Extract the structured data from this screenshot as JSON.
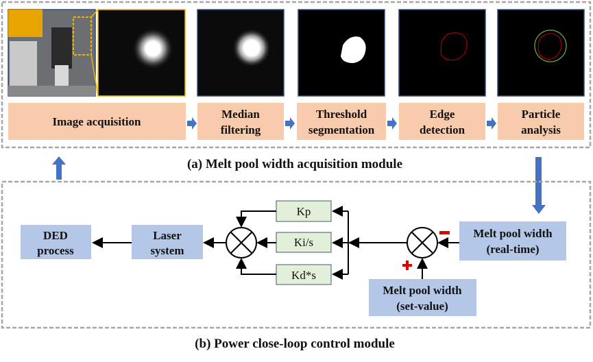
{
  "module_a": {
    "caption": "(a) Melt pool width acquisition module",
    "steps": [
      {
        "line1": "Image acquisition",
        "line2": ""
      },
      {
        "line1": "Median",
        "line2": "filtering"
      },
      {
        "line1": "Threshold",
        "line2": "segmentation"
      },
      {
        "line1": "Edge",
        "line2": "detection"
      },
      {
        "line1": "Particle",
        "line2": "analysis"
      }
    ]
  },
  "module_b": {
    "caption": "(b) Power close-loop control module",
    "ded": {
      "line1": "DED",
      "line2": "process"
    },
    "laser": {
      "line1": "Laser",
      "line2": "system"
    },
    "kp": "Kp",
    "ki": "Ki/s",
    "kd": "Kd*s",
    "realtime": {
      "line1": "Melt pool width",
      "line2": "(real-time)"
    },
    "setvalue": {
      "line1": "Melt pool width",
      "line2": "(set-value)"
    },
    "minus_sign": "−",
    "plus_sign": "+"
  },
  "colors": {
    "orange": "#f8cbad",
    "blue_box": "#b4c7e7",
    "green_box": "#e2f0d9",
    "arrow_blue": "#4472c4"
  }
}
